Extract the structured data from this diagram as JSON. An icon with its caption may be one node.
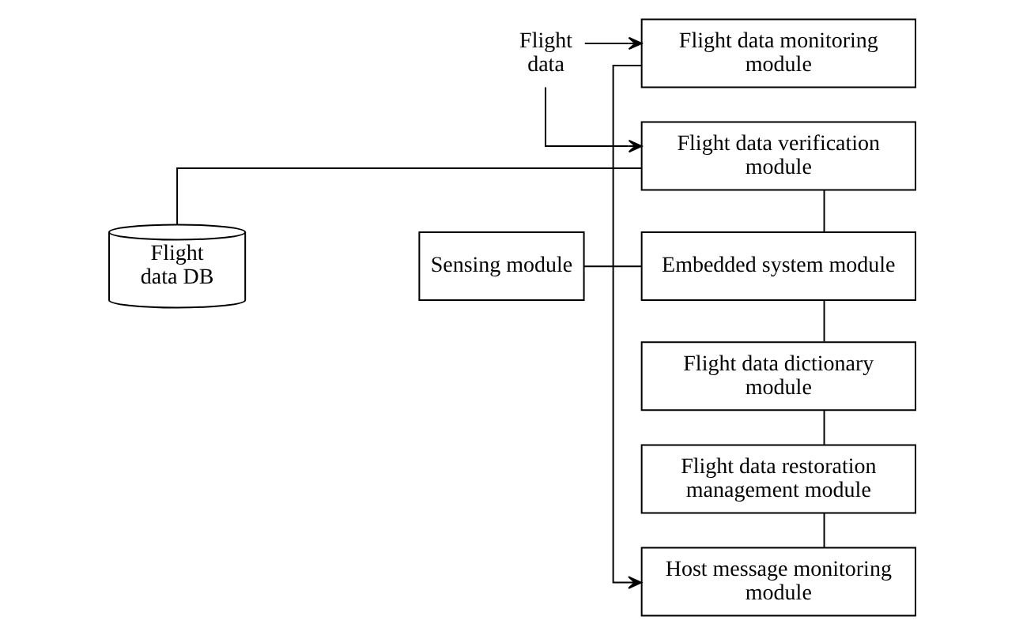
{
  "diagram": {
    "nodes": [
      {
        "text": [
          "Flight data monitoring module"
        ]
      },
      {
        "text": [
          "Flight data"
        ]
      },
      {
        "text": [
          "Flight data verification module"
        ]
      },
      {
        "text": [
          "Sensing module"
        ]
      },
      {
        "text": [
          "Embedded system module"
        ]
      },
      {
        "text": [
          "Flight data DB"
        ]
      },
      {
        "text": [
          "Flight data dictionary module"
        ]
      },
      {
        "text": [
          "Flight data restoration management module"
        ]
      },
      {
        "text": [
          "Host message monitoring module"
        ]
      }
    ],
    "edges": [
      {
        "from": 1,
        "to": 0,
        "arrow": "to"
      },
      {
        "from": 1,
        "to": 2,
        "arrow": "to"
      },
      {
        "from": 2,
        "to": 5,
        "arrow": "none"
      },
      {
        "from": 2,
        "to": 4,
        "arrow": "none"
      },
      {
        "from": 3,
        "to": 4,
        "arrow": "none"
      },
      {
        "from": 4,
        "to": 6,
        "arrow": "none"
      },
      {
        "from": 6,
        "to": 7,
        "arrow": "none"
      },
      {
        "from": 7,
        "to": 8,
        "arrow": "none"
      },
      {
        "from": 0,
        "to": 8,
        "arrow": "to"
      }
    ]
  }
}
